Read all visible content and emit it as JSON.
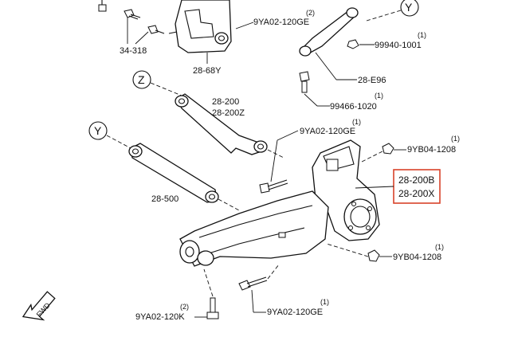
{
  "labels": {
    "bolt_34318": "34-318",
    "bracket_2868y": "28-68Y",
    "bolt_top_part": "9YA02-120GE",
    "bolt_top_qty": "(2)",
    "nut_99940_part": "99940-1001",
    "nut_99940_qty": "(1)",
    "link_28e96": "28-E96",
    "bolt_99466_part": "99466-1020",
    "bolt_99466_qty": "(1)",
    "arm_28200": "28-200",
    "arm_28200z": "28-200Z",
    "bolt_mid_part": "9YA02-120GE",
    "bolt_mid_qty": "(1)",
    "nut_right_top_part": "9YB04-1208",
    "nut_right_top_qty": "(1)",
    "arm_28500": "28-500",
    "highlight_line1": "28-200B",
    "highlight_line2": "28-200X",
    "nut_right_bottom_part": "9YB04-1208",
    "nut_right_bottom_qty": "(1)",
    "bolt_bl_part": "9YA02-120K",
    "bolt_bl_qty": "(2)",
    "bolt_bm_part": "9YA02-120GE",
    "bolt_bm_qty": "(1)",
    "circle_z": "Z",
    "circle_y_left": "Y",
    "circle_y_top": "Y",
    "fwd": "FWD"
  },
  "colors": {
    "highlight": "#d9432a",
    "ink": "#111111",
    "background": "#ffffff"
  }
}
